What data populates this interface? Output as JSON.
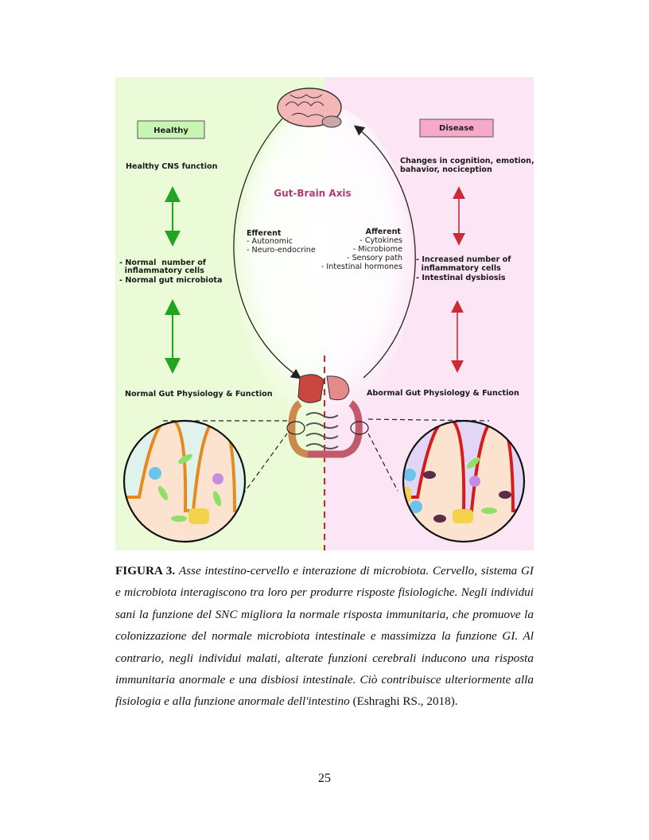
{
  "figure": {
    "healthy": {
      "label": "Healthy",
      "cns": "Healthy CNS function",
      "cells_1": "- Normal  number of",
      "cells_2": "  inflammatory cells",
      "cells_3": "- Normal gut microbiota",
      "gut": "Normal Gut Physiology & Function"
    },
    "disease": {
      "label": "Disease",
      "changes_1": "Changes in cognition, emotion,",
      "changes_2": "bahavior, nociception",
      "cells_1": "- Increased number of",
      "cells_2": "  inflammatory cells",
      "cells_3": "- Intestinal dysbiosis",
      "gut": "Abormal Gut Physiology & Function"
    },
    "axis_title": "Gut-Brain Axis",
    "efferent": {
      "title": "Efferent",
      "items": [
        "- Autonomic",
        "- Neuro-endocrine"
      ]
    },
    "afferent": {
      "title": "Afferent",
      "items": [
        "- Cytokines",
        "- Microbiome",
        "- Sensory path",
        "- Intestinal hormones"
      ]
    },
    "colors": {
      "healthy_bg": "#ecfbd7",
      "disease_bg": "#fce6f5",
      "healthy_arrow": "#22a322",
      "disease_arrow": "#cc2a35",
      "axis_title": "#b03a7a"
    }
  },
  "caption": {
    "label": "FIGURA 3.",
    "body": "Asse intestino-cervello e interazione di microbiota. Cervello, sistema GI e microbiota interagiscono tra loro per produrre risposte fisiologiche. Negli individui sani la funzione del SNC migliora la normale risposta immunitaria, che promuove la colonizzazione del normale microbiota intestinale e massimizza la funzione GI. Al contrario, negli individui malati, alterate funzioni cerebrali inducono una risposta immunitaria anormale e una disbiosi intestinale. Ciò contribuisce ulteriormente alla fisiologia e alla funzione anormale dell'intestino",
    "citation": "(Eshraghi RS., 2018)."
  },
  "page_number": "25"
}
